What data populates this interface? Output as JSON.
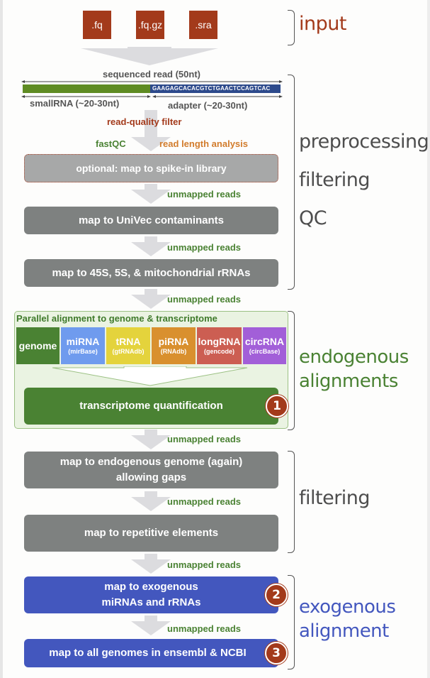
{
  "input": {
    "files": [
      ".fq",
      ".fq.gz",
      ".sra"
    ],
    "label": "input"
  },
  "read": {
    "sequenced_label": "sequenced read (50nt)",
    "adapter_sequence": "GAAGAGCACACGTCTGAACTCCAGTCAC",
    "smallrna_label": "smallRNA (~20-30nt)",
    "adapter_label": "adapter (~20-30nt)"
  },
  "preprocessing": {
    "read_quality_filter": "read-quality filter",
    "fastqc": "fastQC",
    "read_length_analysis": "read length analysis",
    "spike_in": "optional: map to spike-in library",
    "univec": "map to UniVec contaminants",
    "rrna": "map to 45S, 5S, & mitochondrial rRNAs",
    "labels": [
      "preprocessing",
      "filtering",
      "QC"
    ]
  },
  "unmapped_label": "unmapped reads",
  "endogenous": {
    "panel_title": "Parallel alignment to genome & transcriptome",
    "databases": [
      {
        "name": "genome",
        "source": "",
        "color": "#4a8233"
      },
      {
        "name": "miRNA",
        "source": "(mirBase)",
        "color": "#6f9bee"
      },
      {
        "name": "tRNA",
        "source": "(gtRNAdb)",
        "color": "#e4d33c"
      },
      {
        "name": "piRNA",
        "source": "(RNAdb)",
        "color": "#d9902e"
      },
      {
        "name": "longRNA",
        "source": "(gencode)",
        "color": "#cc5e52"
      },
      {
        "name": "circRNA",
        "source": "(circBase)",
        "color": "#a25fd8"
      }
    ],
    "quantification": "transcriptome quantification",
    "badge": "1",
    "label_line1": "endogenous",
    "label_line2": "alignments"
  },
  "filtering": {
    "genome_again_line1": "map to endogenous genome (again)",
    "genome_again_line2": "allowing gaps",
    "repetitive": "map to repetitive elements",
    "label": "filtering"
  },
  "exogenous": {
    "mirna_line1": "map to exogenous",
    "mirna_line2": "miRNAs and rRNAs",
    "mirna_badge": "2",
    "genomes": "map to all genomes in ensembl & NCBI",
    "genomes_badge": "3",
    "label_line1": "exogenous",
    "label_line2": "alignment"
  },
  "colors": {
    "input_red": "#a33a1b",
    "qc_gray": "#4d4d4d",
    "endogenous_green": "#4a8233",
    "exogenous_blue": "#4357be",
    "read_green": "#5f8c23",
    "adapter_blue": "#2d4a8c"
  }
}
